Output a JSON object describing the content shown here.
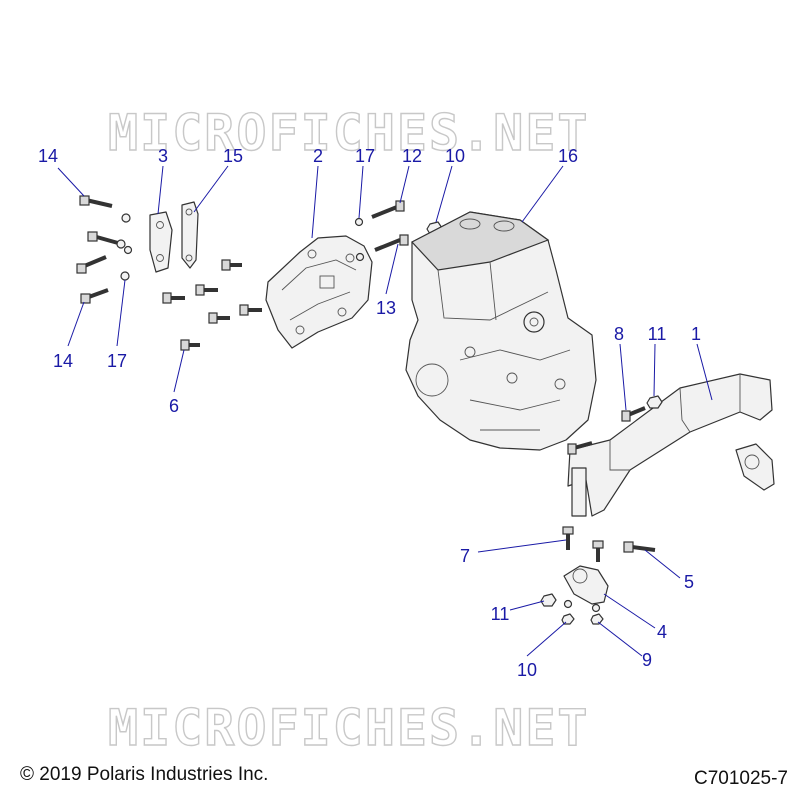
{
  "watermark": "MICROFICHES.NET",
  "copyright": "© 2019 Polaris Industries Inc.",
  "diagram_id": "C701025-7",
  "callouts": [
    "14",
    "3",
    "15",
    "2",
    "17",
    "12",
    "10",
    "16",
    "13",
    "14",
    "17",
    "6",
    "8",
    "11",
    "1",
    "7",
    "5",
    "11",
    "4",
    "10",
    "9"
  ],
  "colors": {
    "callout": "#1a1aa6",
    "line": "#333333",
    "watermark": "#c8c8c8"
  },
  "icons": [
    "bolt-icon",
    "washer-icon",
    "nut-icon",
    "engine-icon",
    "bracket-icon",
    "mount-icon"
  ]
}
